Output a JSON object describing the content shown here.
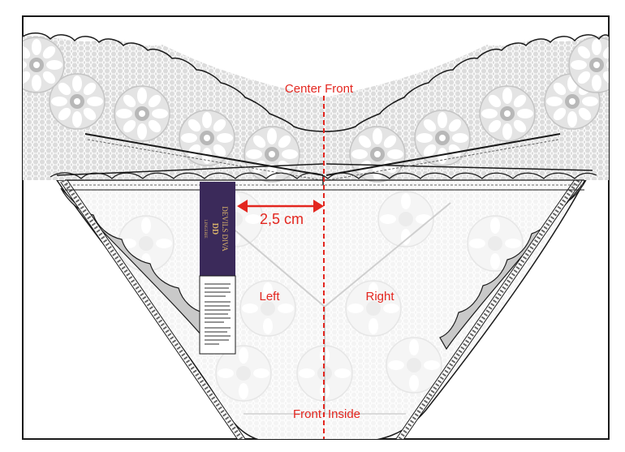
{
  "diagram": {
    "labels": {
      "center_front": "Center Front",
      "measurement": "2,5 cm",
      "left": "Left",
      "right": "Right",
      "front": "Front",
      "inside": "Inside"
    },
    "label_tag": {
      "brand": "DEVILS DIVA",
      "monogram": "DD",
      "subline": "LINGERIE"
    },
    "colors": {
      "annotation": "#e3261f",
      "lace": "#d0d0d0",
      "lace_dark": "#b5b5b5",
      "tag_purple": "#3b2a5a",
      "tag_gold": "#d9b36a",
      "outline": "#1a1a1a"
    }
  }
}
